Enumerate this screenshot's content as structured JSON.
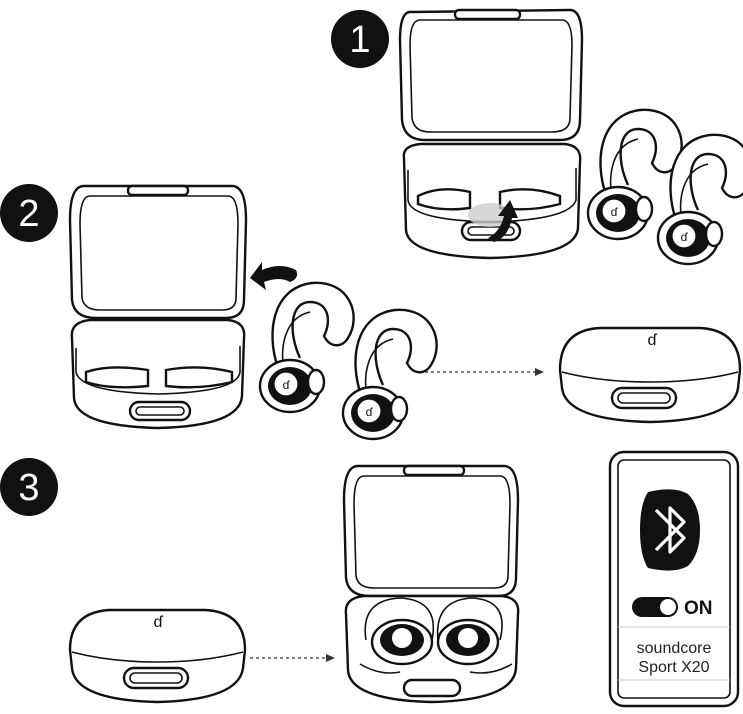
{
  "steps": [
    "1",
    "2",
    "3"
  ],
  "phone": {
    "toggle_label": "ON",
    "device_line1": "soundcore",
    "device_line2": "Sport X20"
  },
  "icons": [
    "bluetooth-icon",
    "toggle-switch-icon",
    "curved-arrow-icon",
    "soundcore-logo-icon"
  ]
}
